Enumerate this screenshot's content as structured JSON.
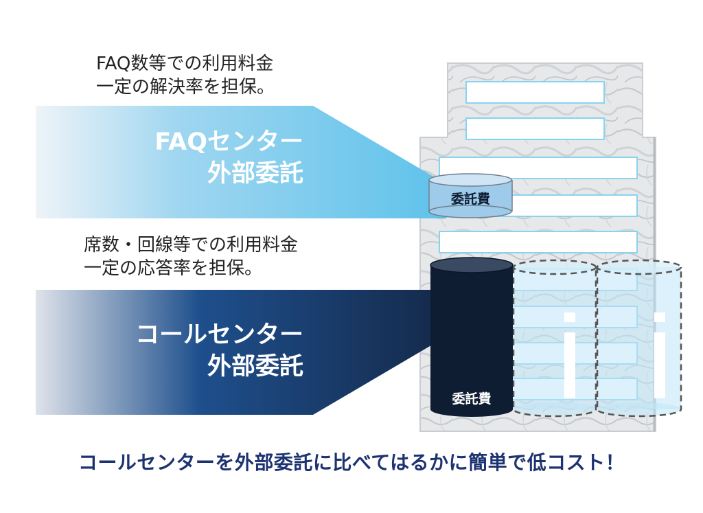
{
  "faq_note": "FAQ数等での利用料金\n一定の解決率を担保。",
  "faq_label": {
    "line1": "FAQセンター",
    "line2": "外部委託"
  },
  "faq_cost": "委託費",
  "call_note": "席数・回線等での利用料金\n一定の応答率を担保。",
  "call_label": {
    "line1": "コールセンター",
    "line2": "外部委託"
  },
  "call_cost": "委託費",
  "footer": "コールセンターを外部委託に比べてはるかに簡単で低コスト！",
  "colors": {
    "faq_band": "#5ec2eb",
    "call_band": "#15345f",
    "call_cylinder": "#0f1d33",
    "faq_cylinder": "#9fcbea",
    "footer_text": "#1d3270"
  }
}
